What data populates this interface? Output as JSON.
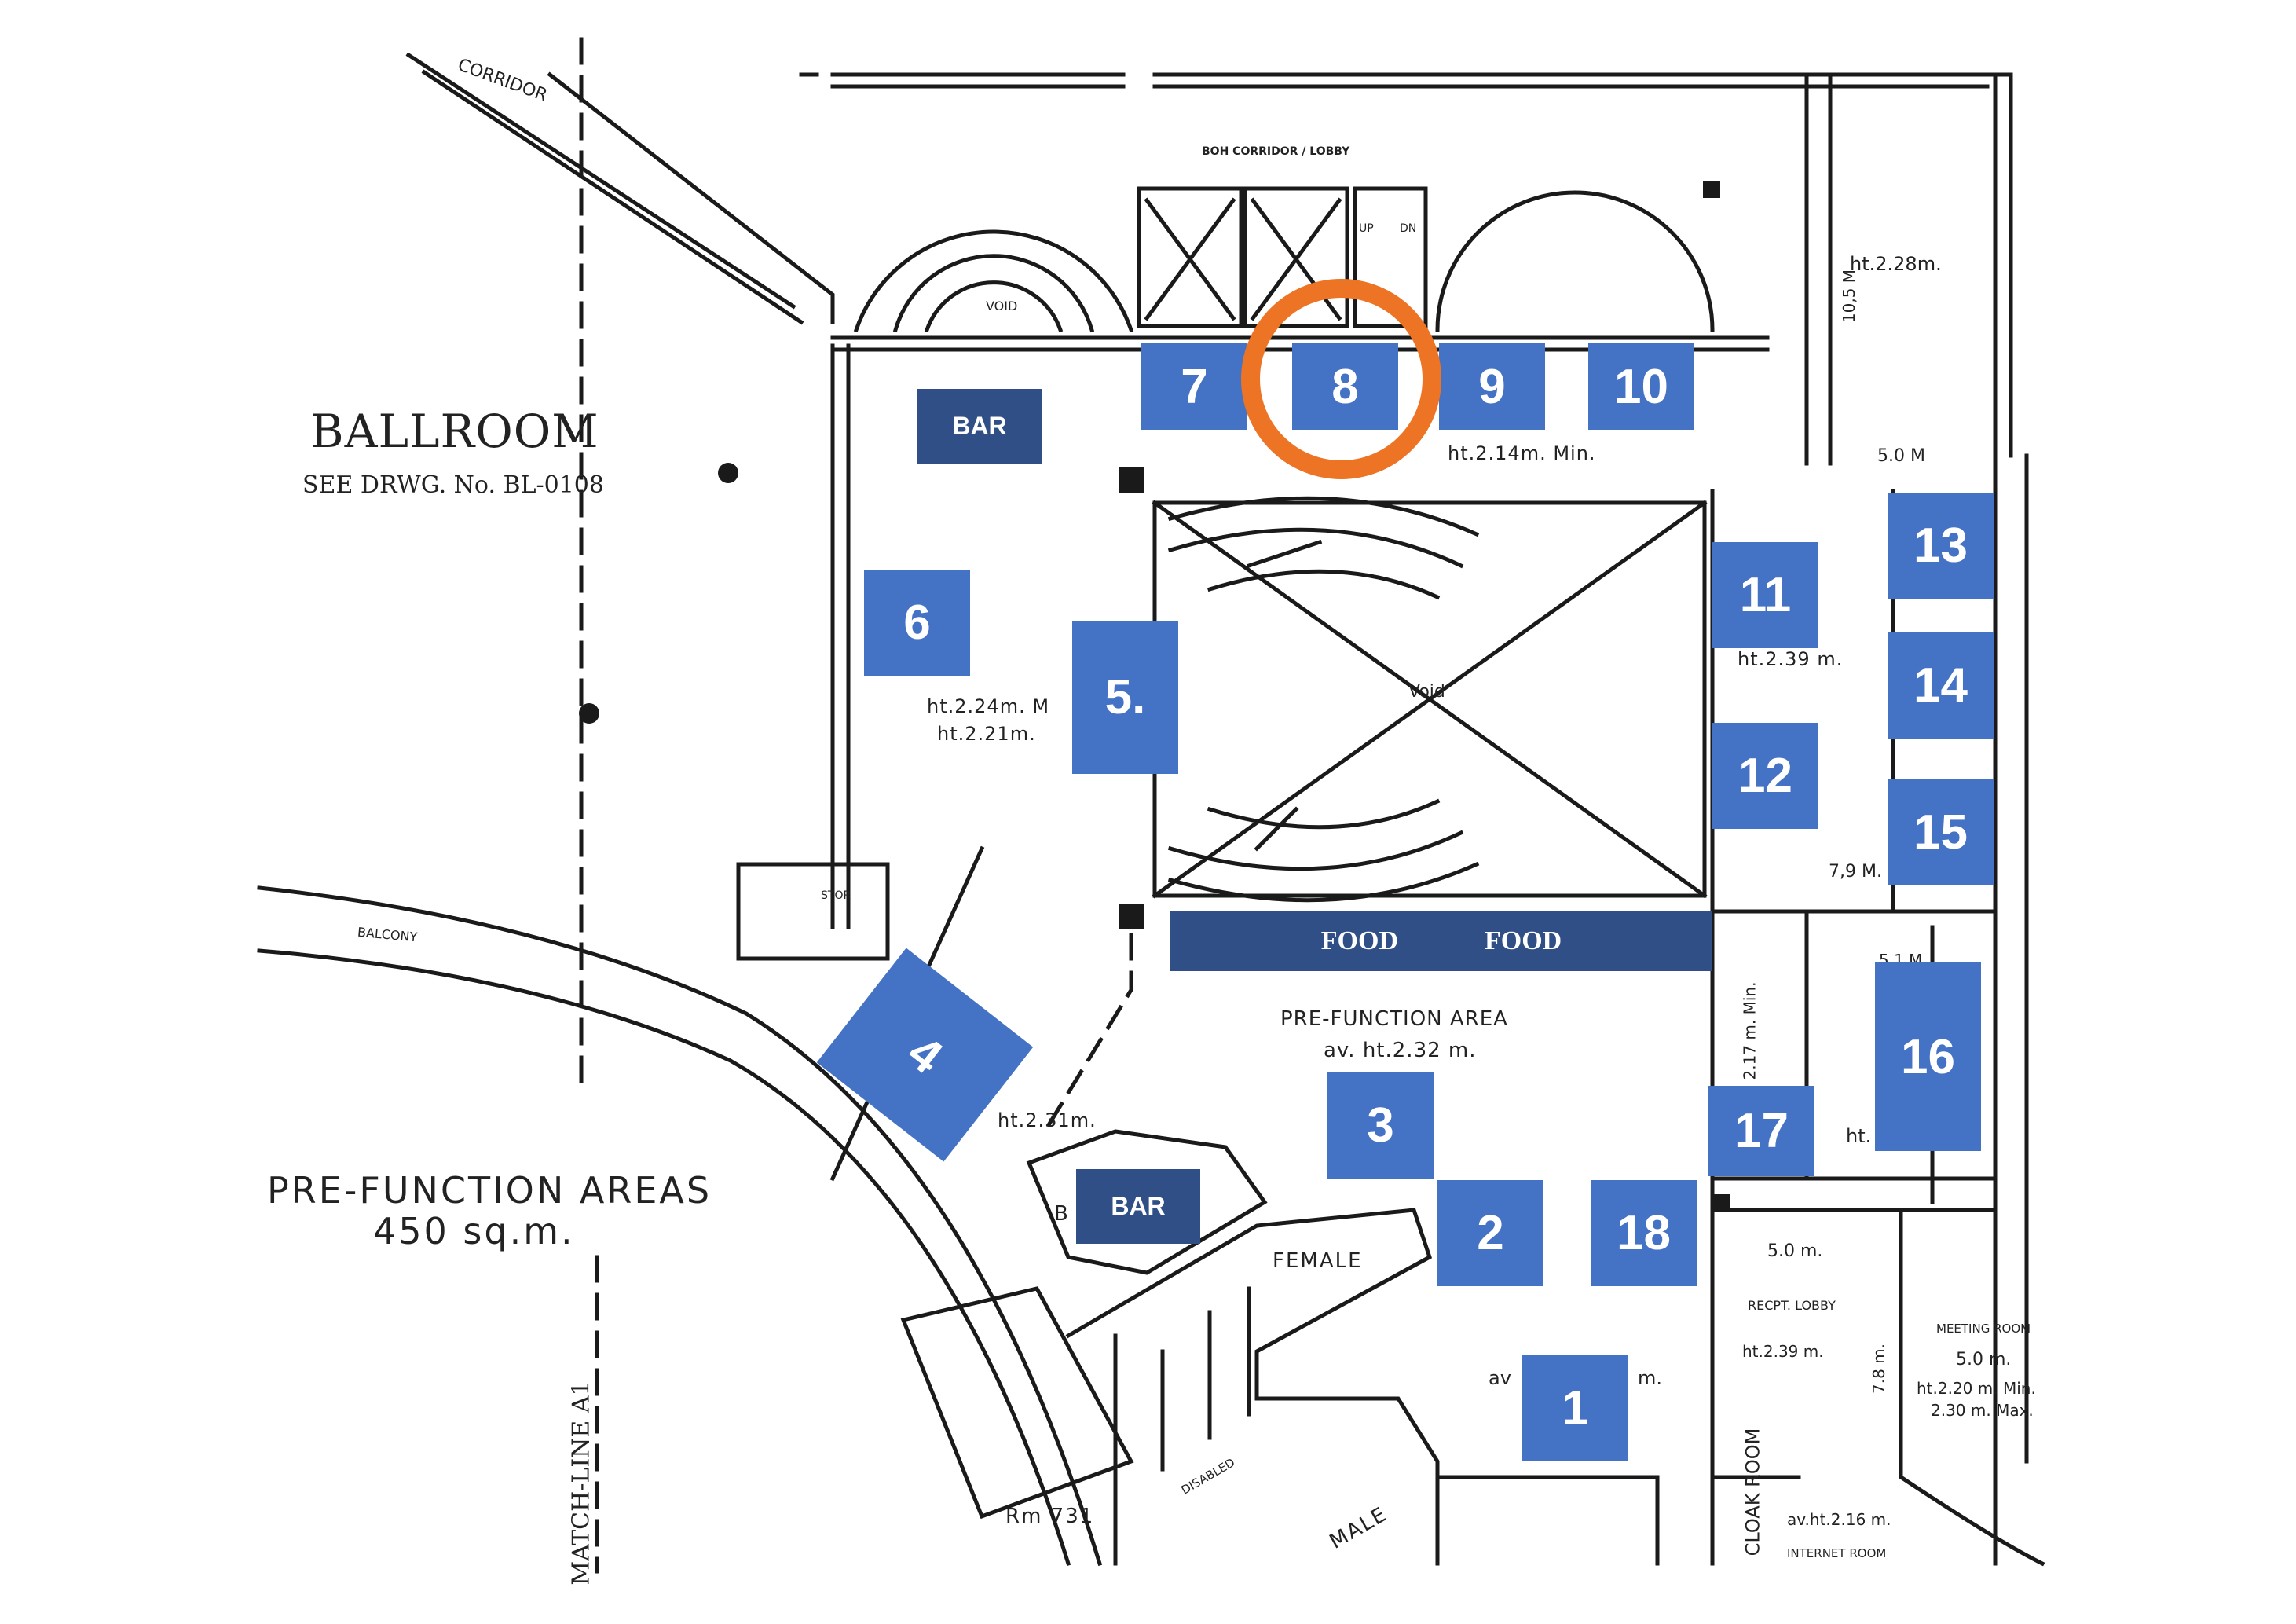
{
  "rooms": {
    "ballroom": "BALLROOM",
    "ballroom_ref": "SEE DRWG. No. BL-0108",
    "boh": "BOH CORRIDOR / LOBBY",
    "corridor": "CORRIDOR",
    "prefunction_area": "PRE-FUNCTION AREA",
    "prefunction_height": "av. ht.2.32 m.",
    "prefunction_areas": "PRE-FUNCTION AREAS",
    "prefunction_size": "450 sq.m.",
    "void": "Void",
    "void_small": "VOID",
    "female": "FEMALE",
    "male": "MALE",
    "disabled": "DISABLED",
    "balcony": "BALCONY",
    "stor": "STOR",
    "match_line": "MATCH-LINE A1",
    "rm": "Rm 731",
    "recpt_lobby": "RECPT. LOBBY",
    "meeting_room": "MEETING ROOM",
    "cloak_room": "CLOAK ROOM",
    "internet_room": "INTERNET ROOM",
    "up": "UP",
    "dn": "DN"
  },
  "dimensions": {
    "d_ht_228": "ht.2.28m.",
    "d_105": "10,5 M",
    "d_50m": "5.0 M",
    "d_214": "ht.2.14m. Min.",
    "d_239a": "ht.2.39 m.",
    "d_224": "ht.2.24m. M",
    "d_221": "ht.2.21m.",
    "d_79": "7,9 M.",
    "d_51": "5.1 M",
    "d_217": "2.17 m. Min.",
    "d_231": "ht.2.31m.",
    "d_50b": "5.0 m.",
    "d_239b": "ht.2.39 m.",
    "d_78": "7.8 m.",
    "d_50c": "5.0 m.",
    "d_220": "ht.2.20 m. Min.",
    "d_230": "2.30 m. Max.",
    "d_216": "av.ht.2.16 m.",
    "d_av": "av",
    "d_m": "m.",
    "d_ht": "ht."
  },
  "booths": [
    {
      "id": "b1",
      "label": "1"
    },
    {
      "id": "b2",
      "label": "2"
    },
    {
      "id": "b3",
      "label": "3"
    },
    {
      "id": "b4",
      "label": "4"
    },
    {
      "id": "b5",
      "label": "5."
    },
    {
      "id": "b6",
      "label": "6"
    },
    {
      "id": "b7",
      "label": "7"
    },
    {
      "id": "b8",
      "label": "8"
    },
    {
      "id": "b9",
      "label": "9"
    },
    {
      "id": "b10",
      "label": "10"
    },
    {
      "id": "b11",
      "label": "11"
    },
    {
      "id": "b12",
      "label": "12"
    },
    {
      "id": "b13",
      "label": "13"
    },
    {
      "id": "b14",
      "label": "14"
    },
    {
      "id": "b15",
      "label": "15"
    },
    {
      "id": "b16",
      "label": "16"
    },
    {
      "id": "b17",
      "label": "17"
    },
    {
      "id": "b18",
      "label": "18"
    }
  ],
  "service": {
    "bar_top": "BAR",
    "bar_bottom": "BAR",
    "bar_partial": "B",
    "food_1": "FOOD",
    "food_2": "FOOD"
  },
  "colors": {
    "booth_fill": "#4472c4",
    "service_fill": "#2f4f86",
    "highlight_ring": "#ec7424",
    "linework": "#1a1a1a"
  },
  "highlighted_booth": "8"
}
